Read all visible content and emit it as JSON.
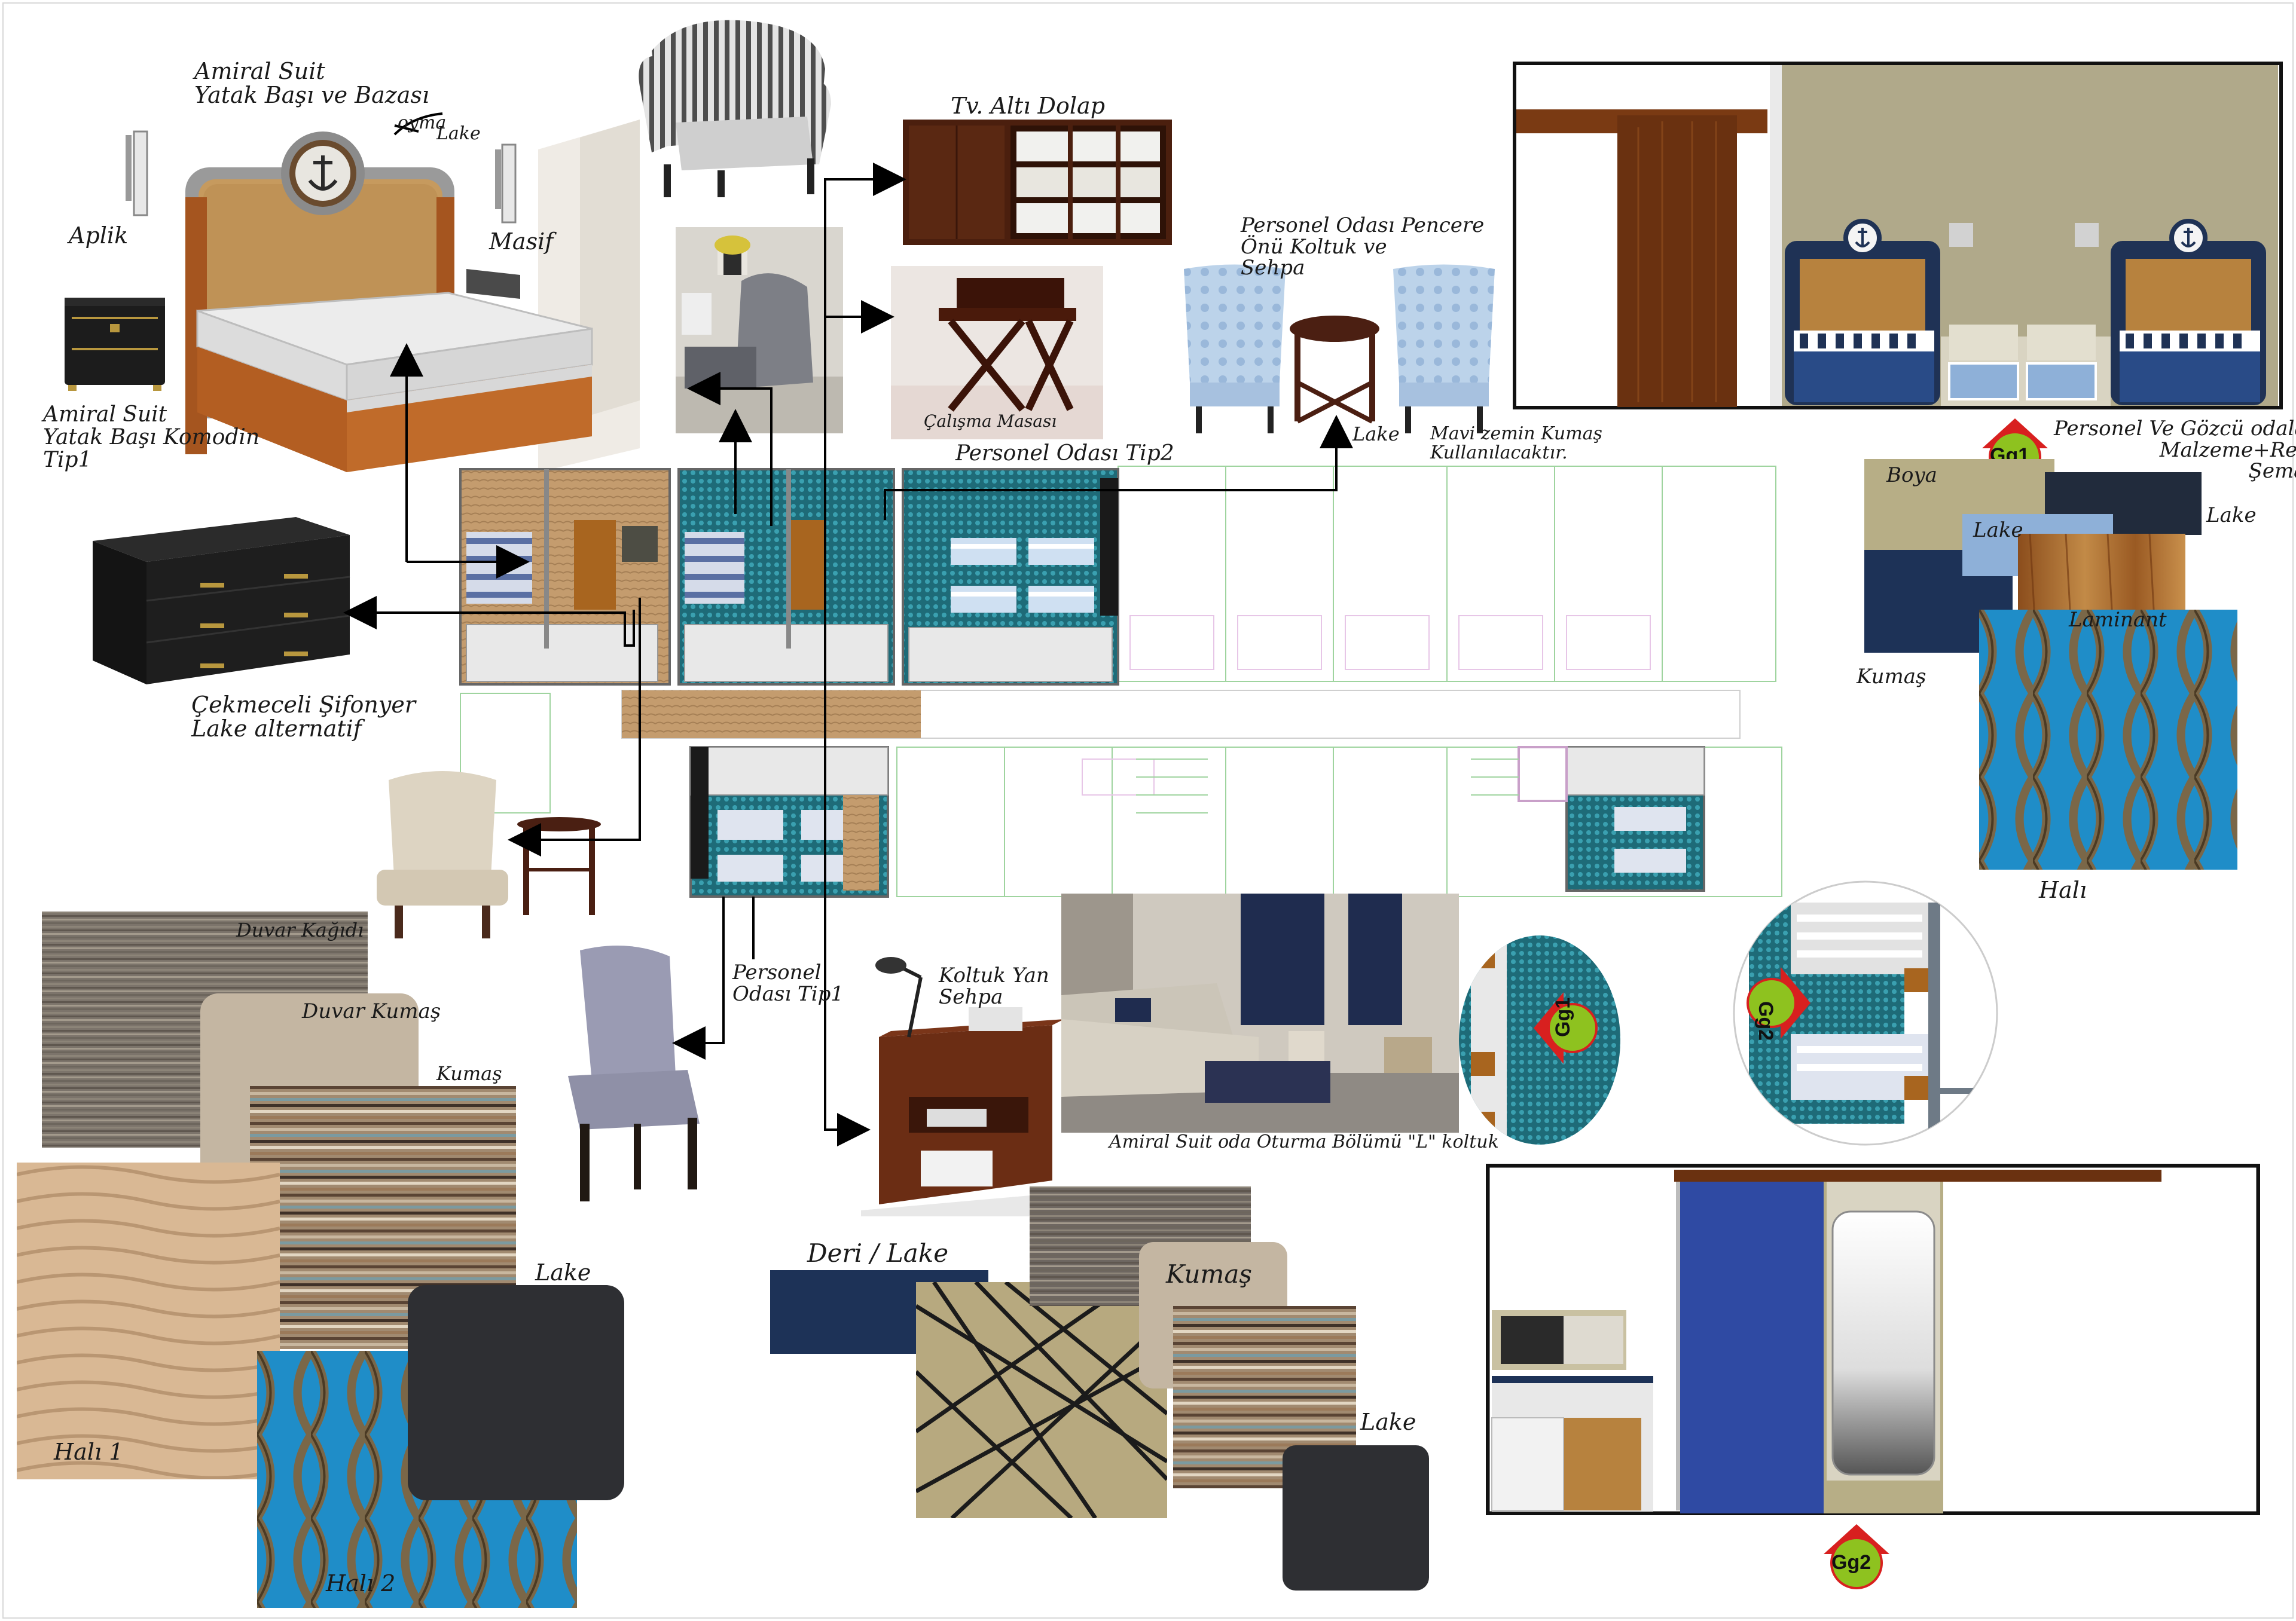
{
  "labels": {
    "amiral_suit_yatak": "Amiral Suit\nYatak Başı ve Bazası",
    "oyma": "oyma",
    "lake_bed": "Lake",
    "aplik": "Aplik",
    "masif": "Masif",
    "amiral_suit_komodin": "Amiral Suit\nYatak Başı Komodin\nTip1",
    "tv_alti_dolap": "Tv. Altı Dolap",
    "calisma_masasi": "Çalışma Masası",
    "personel_pencere": "Personel Odası Pencere\nÖnü Koltuk ve\nSehpa",
    "lake_chair": "Lake",
    "mavi_zemin": "Mavi zemin Kumaş\nKullanılacaktır.",
    "personel_tip2": "Personel Odası Tip2",
    "cekmeceli_sifonyer": "Çekmeceli Şifonyer\nLake alternatif",
    "personel_tip1": "Personel\nOdası Tip1",
    "koltuk_yan_sehpa": "Koltuk Yan\nSehpa",
    "amiral_oturma": "Amiral Suit oda Oturma Bölümü \"L\" koltuk",
    "duvar_kagidi": "Duvar Kağıdı",
    "duvar_kumas": "Duvar Kumaş",
    "kumas_1": "Kumaş",
    "lake_sw1": "Lake",
    "hali_1": "Halı 1",
    "hali_2": "Halı 2",
    "deri_lake": "Deri / Lake",
    "kumas_2": "Kumaş",
    "lake_sw2": "Lake",
    "personel_malzeme": "Personel Ve Gözcü odaları\nMalzeme+Renk\nŞeması",
    "boya": "Boya",
    "lake_r1": "Lake",
    "lake_r2": "Lake",
    "laminant": "Laminant",
    "kumas_r": "Kumaş",
    "hali_r": "Halı"
  },
  "badges": {
    "gg1_top": "Gg1",
    "gg2_bottom": "Gg2",
    "gg1_detail": "Gg1",
    "gg2_detail": "Gg2"
  },
  "colors": {
    "navy": "#1d3257",
    "teal": "#1e7a8c",
    "walnut": "#5b2e14",
    "oak": "#a86a2f",
    "sand": "#d9b894",
    "beige": "#c4b6a2",
    "charcoal": "#2e2f33",
    "light_blue": "#8eb0d8",
    "khaki": "#b7ae86",
    "royal_blue": "#2f4aa3",
    "badge_red": "#d8201f",
    "badge_green": "#8ec21f"
  },
  "icons": [
    "anchor-icon"
  ]
}
